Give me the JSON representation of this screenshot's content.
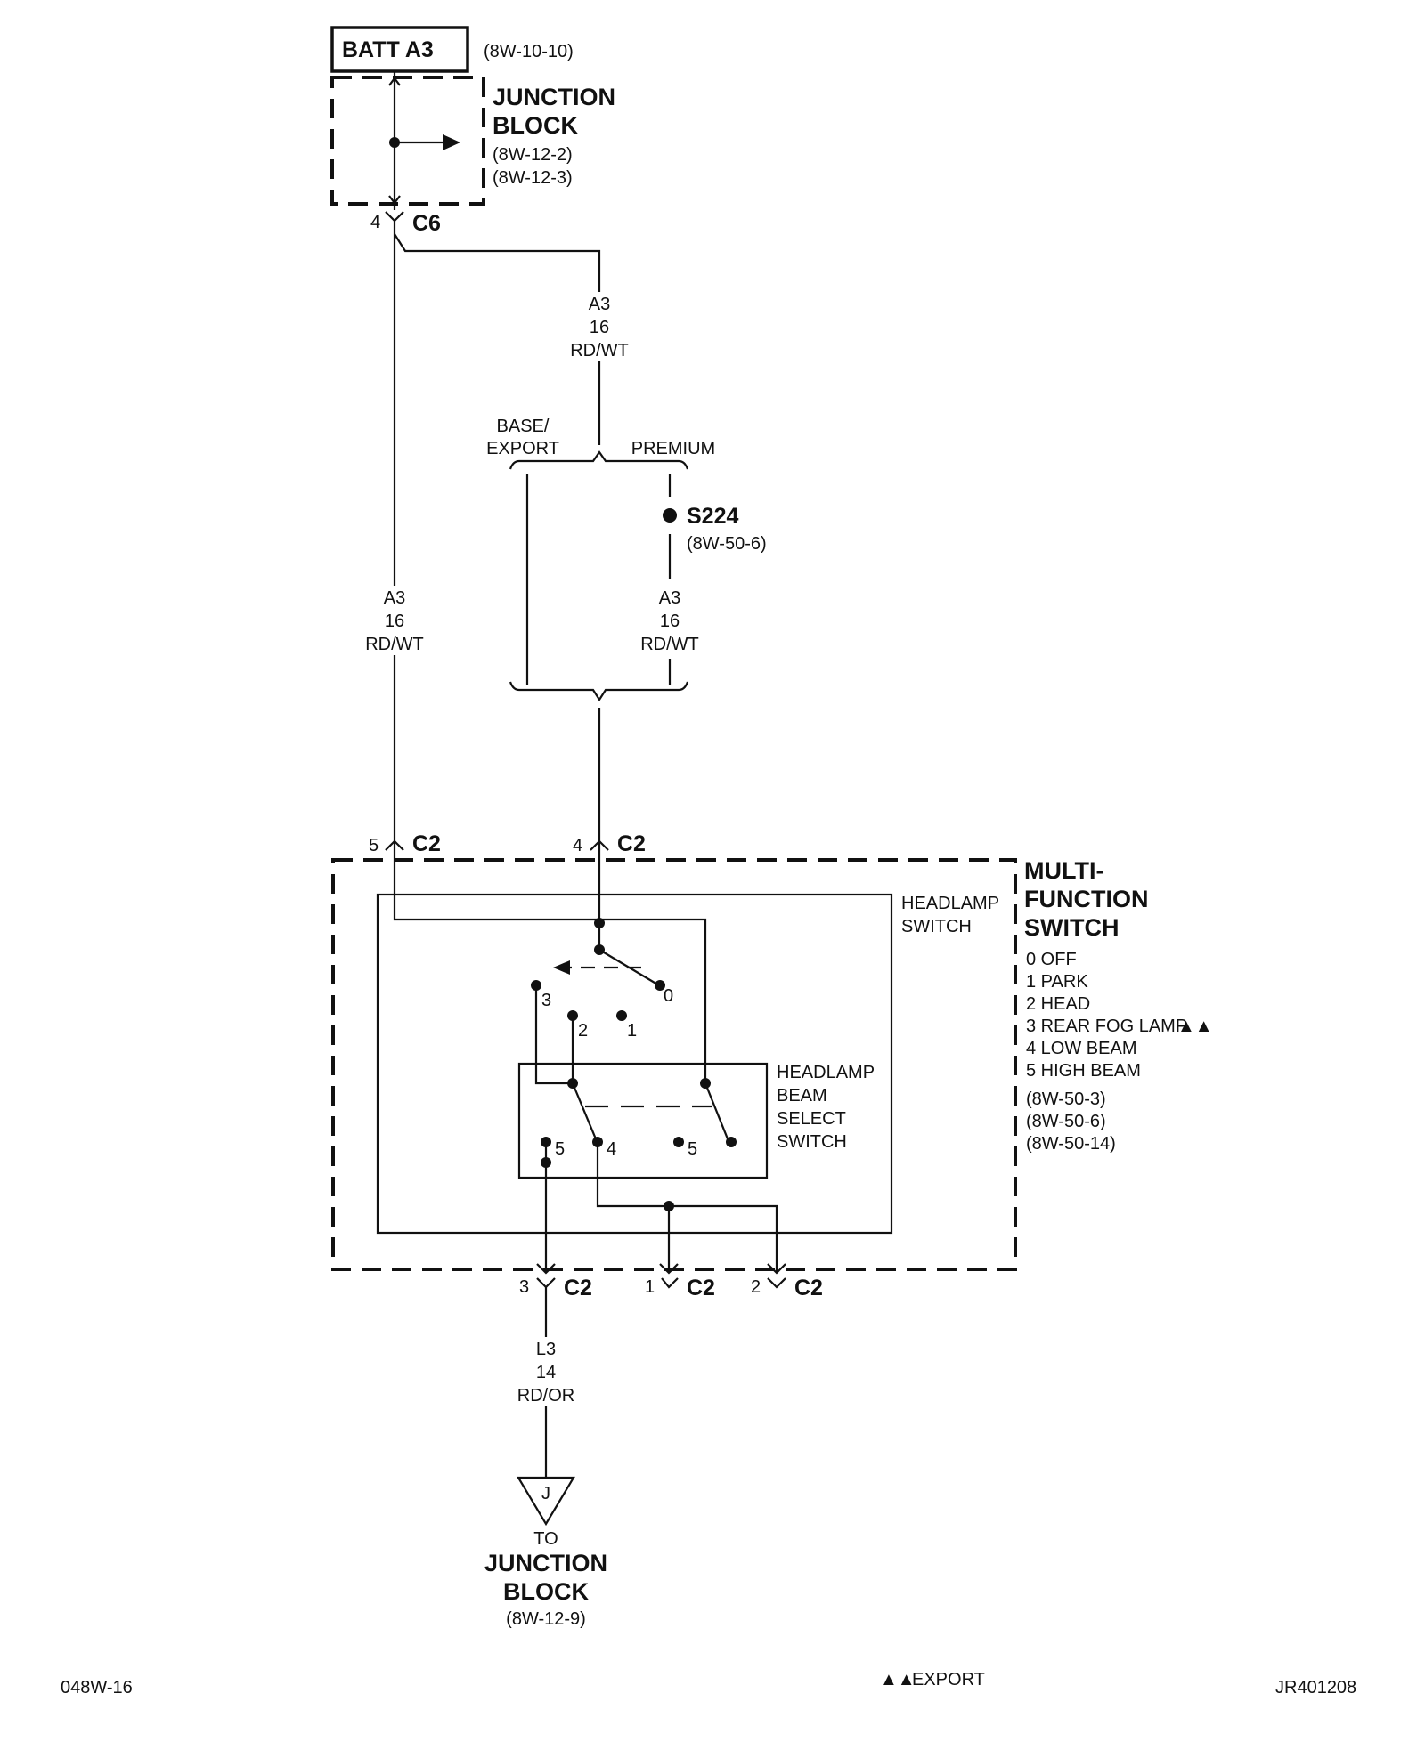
{
  "batt": {
    "label": "BATT A3",
    "ref": "(8W-10-10)"
  },
  "junction_top": {
    "line1": "JUNCTION",
    "line2": "BLOCK",
    "ref1": "(8W-12-2)",
    "ref2": "(8W-12-3)"
  },
  "connector_top": {
    "pin": "4",
    "name": "C6"
  },
  "wire_top": {
    "circuit": "A3",
    "gauge": "16",
    "color": "RD/WT"
  },
  "wire_left": {
    "circuit": "A3",
    "gauge": "16",
    "color": "RD/WT"
  },
  "wire_premium": {
    "circuit": "A3",
    "gauge": "16",
    "color": "RD/WT"
  },
  "option_split": {
    "left_line1": "BASE/",
    "left_line2": "EXPORT",
    "right": "PREMIUM"
  },
  "splice": {
    "name": "S224",
    "ref": "(8W-50-6)"
  },
  "c2_top": [
    {
      "pin": "5",
      "name": "C2"
    },
    {
      "pin": "4",
      "name": "C2"
    }
  ],
  "headlamp_switch": {
    "line1": "HEADLAMP",
    "line2": "SWITCH",
    "positions": [
      "3",
      "2",
      "1",
      "0"
    ]
  },
  "beam_select": {
    "line1": "HEADLAMP",
    "line2": "BEAM",
    "line3": "SELECT",
    "line4": "SWITCH",
    "positions": [
      "5",
      "4",
      "5"
    ]
  },
  "mfs": {
    "line1": "MULTI-",
    "line2": "FUNCTION",
    "line3": "SWITCH",
    "legend": [
      "0 OFF",
      "1 PARK",
      "2 HEAD",
      "3 REAR FOG LAMP",
      "4 LOW BEAM",
      "5 HIGH BEAM"
    ],
    "export_mark": "▲▲",
    "refs": [
      "(8W-50-3)",
      "(8W-50-6)",
      "(8W-50-14)"
    ]
  },
  "c2_bottom": [
    {
      "pin": "3",
      "name": "C2"
    },
    {
      "pin": "1",
      "name": "C2"
    },
    {
      "pin": "2",
      "name": "C2"
    }
  ],
  "wire_bottom": {
    "circuit": "L3",
    "gauge": "14",
    "color": "RD/OR"
  },
  "destination": {
    "letter": "J",
    "to": "TO",
    "line1": "JUNCTION",
    "line2": "BLOCK",
    "ref": "(8W-12-9)"
  },
  "footer": {
    "left": "048W-16",
    "export_mark": "▲▲",
    "export_label": "EXPORT",
    "right": "JR401208"
  }
}
